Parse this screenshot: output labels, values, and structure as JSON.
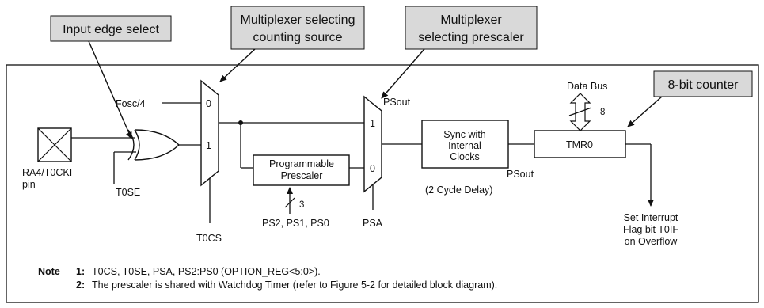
{
  "callouts": {
    "input_edge": "Input edge select",
    "mux_count_line1": "Multiplexer selecting",
    "mux_count_line2": "counting source",
    "mux_prescaler_line1": "Multiplexer",
    "mux_prescaler_line2": "selecting  prescaler",
    "counter": "8-bit counter"
  },
  "signals": {
    "fosc": "Fosc/4",
    "pin_line1": "RA4/T0CKI",
    "pin_line2": "pin",
    "t0se": "T0SE",
    "t0cs": "T0CS",
    "psa": "PSA",
    "psout_top": "PSout",
    "psout_bottom": "PSout",
    "ps_bits": "PS2, PS1, PS0",
    "bus_width_ps": "3",
    "bus_width_data": "8",
    "data_bus": "Data Bus"
  },
  "mux_inputs": {
    "mux1_in0": "0",
    "mux1_in1": "1",
    "mux2_in1": "1",
    "mux2_in0": "0"
  },
  "blocks": {
    "prescaler_line1": "Programmable",
    "prescaler_line2": "Prescaler",
    "sync_line1": "Sync with",
    "sync_line2": "Internal",
    "sync_line3": "Clocks",
    "sync_delay": "(2 Cycle Delay)",
    "tmr0": "TMR0"
  },
  "interrupt": {
    "line1": "Set Interrupt",
    "line2": "Flag bit T0IF",
    "line3": "on Overflow"
  },
  "notes": {
    "label": "Note",
    "n1_num": "1:",
    "n1_text": "T0CS, T0SE, PSA, PS2:PS0 (OPTION_REG<5:0>).",
    "n2_num": "2:",
    "n2_text": "The prescaler is shared with Watchdog Timer (refer to Figure 5-2 for detailed block diagram)."
  }
}
